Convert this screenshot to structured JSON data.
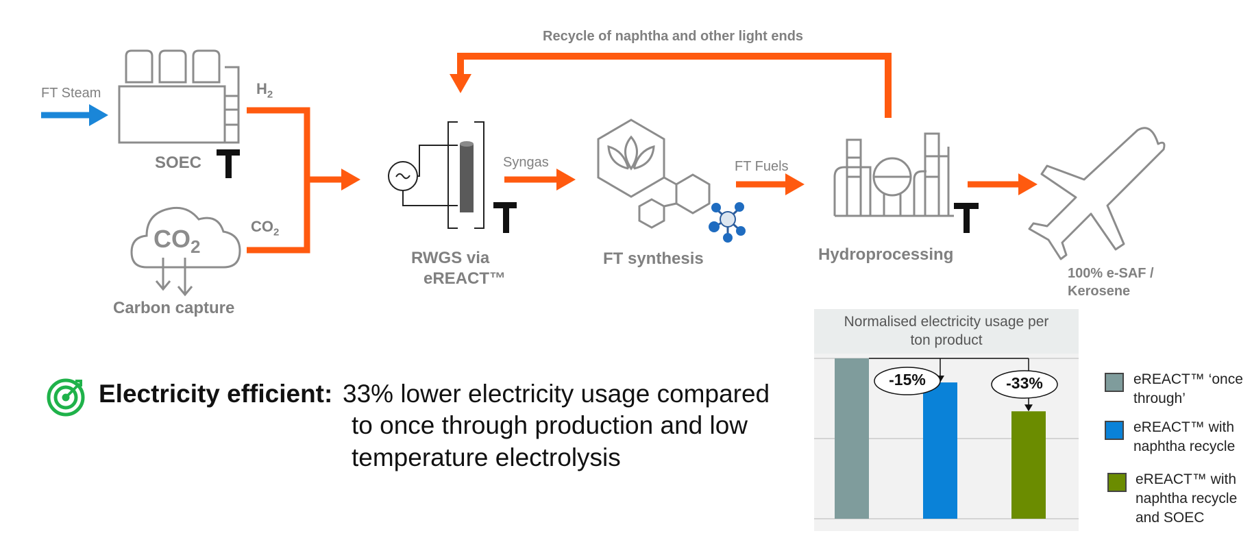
{
  "colors": {
    "orange": "#ff5a0f",
    "blue": "#1a86d8",
    "grey_icon": "#8c8c8c",
    "black_mark": "#111111",
    "green_icon": "#1fb24a"
  },
  "diagram": {
    "recycle_label": "Recycle of naphtha and other light ends",
    "ft_steam": "FT Steam",
    "h2": "H",
    "h2_sub": "2",
    "co2": "CO",
    "co2_sub": "2",
    "co2_icon_text": "CO",
    "co2_icon_sub": "2",
    "soec": "SOEC",
    "carbon_capture": "Carbon capture",
    "rwgs_line1": "RWGS via",
    "rwgs_line2": "eREACT™",
    "syngas": "Syngas",
    "ft_synthesis": "FT synthesis",
    "ft_fuels": "FT Fuels",
    "hydroprocessing": "Hydroprocessing",
    "product_line1": "100% e-SAF /",
    "product_line2": "Kerosene"
  },
  "efficiency": {
    "heading": "Electricity efficient:",
    "line1": "33% lower electricity usage compared",
    "line2": "to once through production and low",
    "line3": "temperature electrolysis"
  },
  "chart_data": {
    "type": "bar",
    "title": "Normalised electricity usage per ton product",
    "title_line1": "Normalised electricity usage per",
    "title_line2": "ton product",
    "categories": [
      "eREACT™ ‘once through’",
      "eREACT™ with naphtha recycle",
      "eREACT™ with naphtha recycle and SOEC"
    ],
    "values": [
      100,
      85,
      67
    ],
    "ylim": [
      0,
      100
    ],
    "grid": true,
    "annotations": [
      "-15%",
      "-33%"
    ],
    "bar_colors": [
      "#7f9c9c",
      "#0a82d8",
      "#6b8c00"
    ],
    "legend": [
      {
        "line1": "eREACT™ ‘once",
        "line2": "through’",
        "color": "#7f9c9c"
      },
      {
        "line1": "eREACT™ with",
        "line2": "naphtha recycle",
        "color": "#0a82d8"
      },
      {
        "line1": "eREACT™ with",
        "line2": "naphtha recycle",
        "line3": "and SOEC",
        "color": "#6b8c00"
      }
    ],
    "legend_placement": "right"
  }
}
